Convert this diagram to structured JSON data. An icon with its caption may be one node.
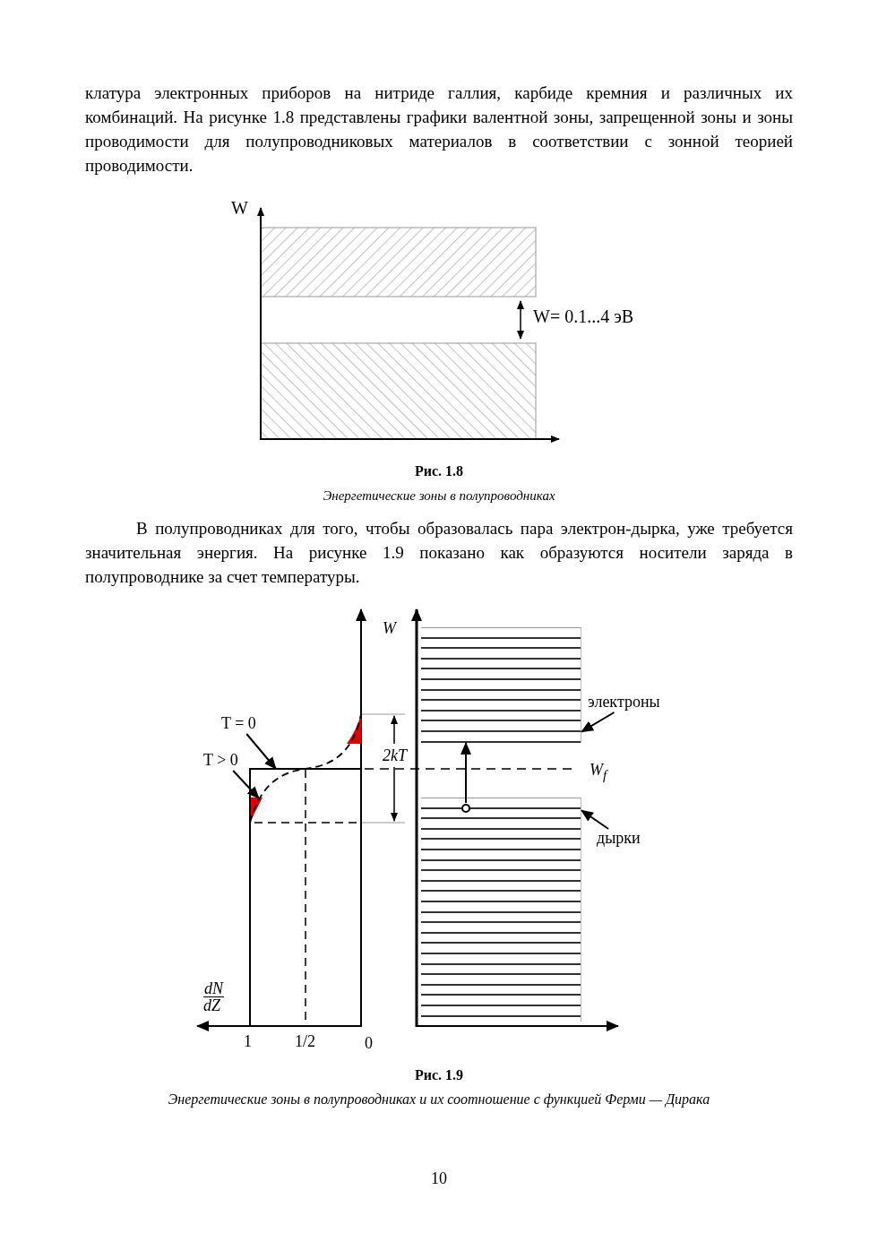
{
  "diagram": {
    "nodes": [
      {
        "text": [
          "T = 0"
        ]
      },
      {
        "text": [
          "T > 0"
        ]
      },
      {
        "text": [],
        "shape": "box"
      },
      {
        "text": [
          "электроны"
        ]
      },
      {
        "text": [],
        "shape": "circle",
        "in": 5
      },
      {
        "text": [],
        "shape": "box"
      },
      {
        "text": [
          "дырки"
        ]
      },
      {
        "text": [],
        "shape": "line"
      },
      {
        "text": [],
        "shape": "curve"
      }
    ],
    "edges": [
      {
        "from": 0,
        "to": 7,
        "arrow": "to"
      },
      {
        "from": 1,
        "to": 8,
        "arrow": "to"
      },
      {
        "from": 3,
        "to": 2,
        "arrow": "to"
      },
      {
        "from": 4,
        "to": 2,
        "arrow": "to"
      },
      {
        "from": 6,
        "to": 5,
        "arrow": "to"
      }
    ],
    "labels": [
      "клатура электронных приборов на нитриде галлия, карбиде кремния и различных их комбинаций. На рисунке 1.8 представлены графики валентной зоны, запрещенной зоны и зоны проводимости для полупроводниковых материалов в соответствии с зонной теорией проводимости.",
      "W",
      "W= 0.1...4 эВ",
      "Рис. 1.8",
      "Энергетические зоны в полупроводниках",
      "В полупроводниках для того, чтобы образовалась пара электрон-дырка, уже требуется значительная энергия. На рисунке 1.9 показано как образуются носители заряда в полупроводнике за счет температуры.",
      "W",
      "2kT",
      "W$_{f}$",
      "dN",
      "dZ",
      "1",
      "1/2",
      "0",
      "Рис. 1.9",
      "Энергетические зоны в полупроводниках и их соотношение с функцией Ферми — Дирака",
      "10"
    ]
  }
}
